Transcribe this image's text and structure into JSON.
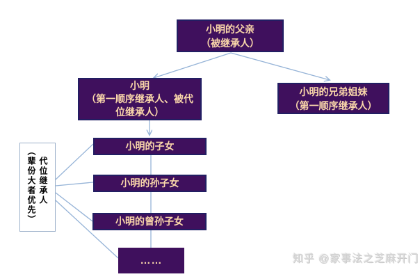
{
  "colors": {
    "box_fill": "#3F105D",
    "box_border": "#221E63",
    "box_text": "#FAD7AA",
    "line": "#95B3D7",
    "panel_border": "#9AAFC9",
    "panel_text": "#000000",
    "watermark": "#D9D9D9"
  },
  "nodes": {
    "father": {
      "text": "小明的父亲\n（被继承人）"
    },
    "xiaoming": {
      "text": "小明\n（第一顺序继承人、被代\n位继承人）"
    },
    "siblings": {
      "text": "小明的兄弟姐妹\n（第一顺序继承人）"
    },
    "children": {
      "text": "小明的子女"
    },
    "grandchildren": {
      "text": "小明的孙子女"
    },
    "great_grandchildren": {
      "text": "小明的曾孙子女"
    },
    "ellipsis": {
      "text": "……"
    }
  },
  "side_label": {
    "main": "代位继承人",
    "paren": "（辈份大者优先）"
  },
  "watermark": "知乎 @家事法之芝麻开门"
}
